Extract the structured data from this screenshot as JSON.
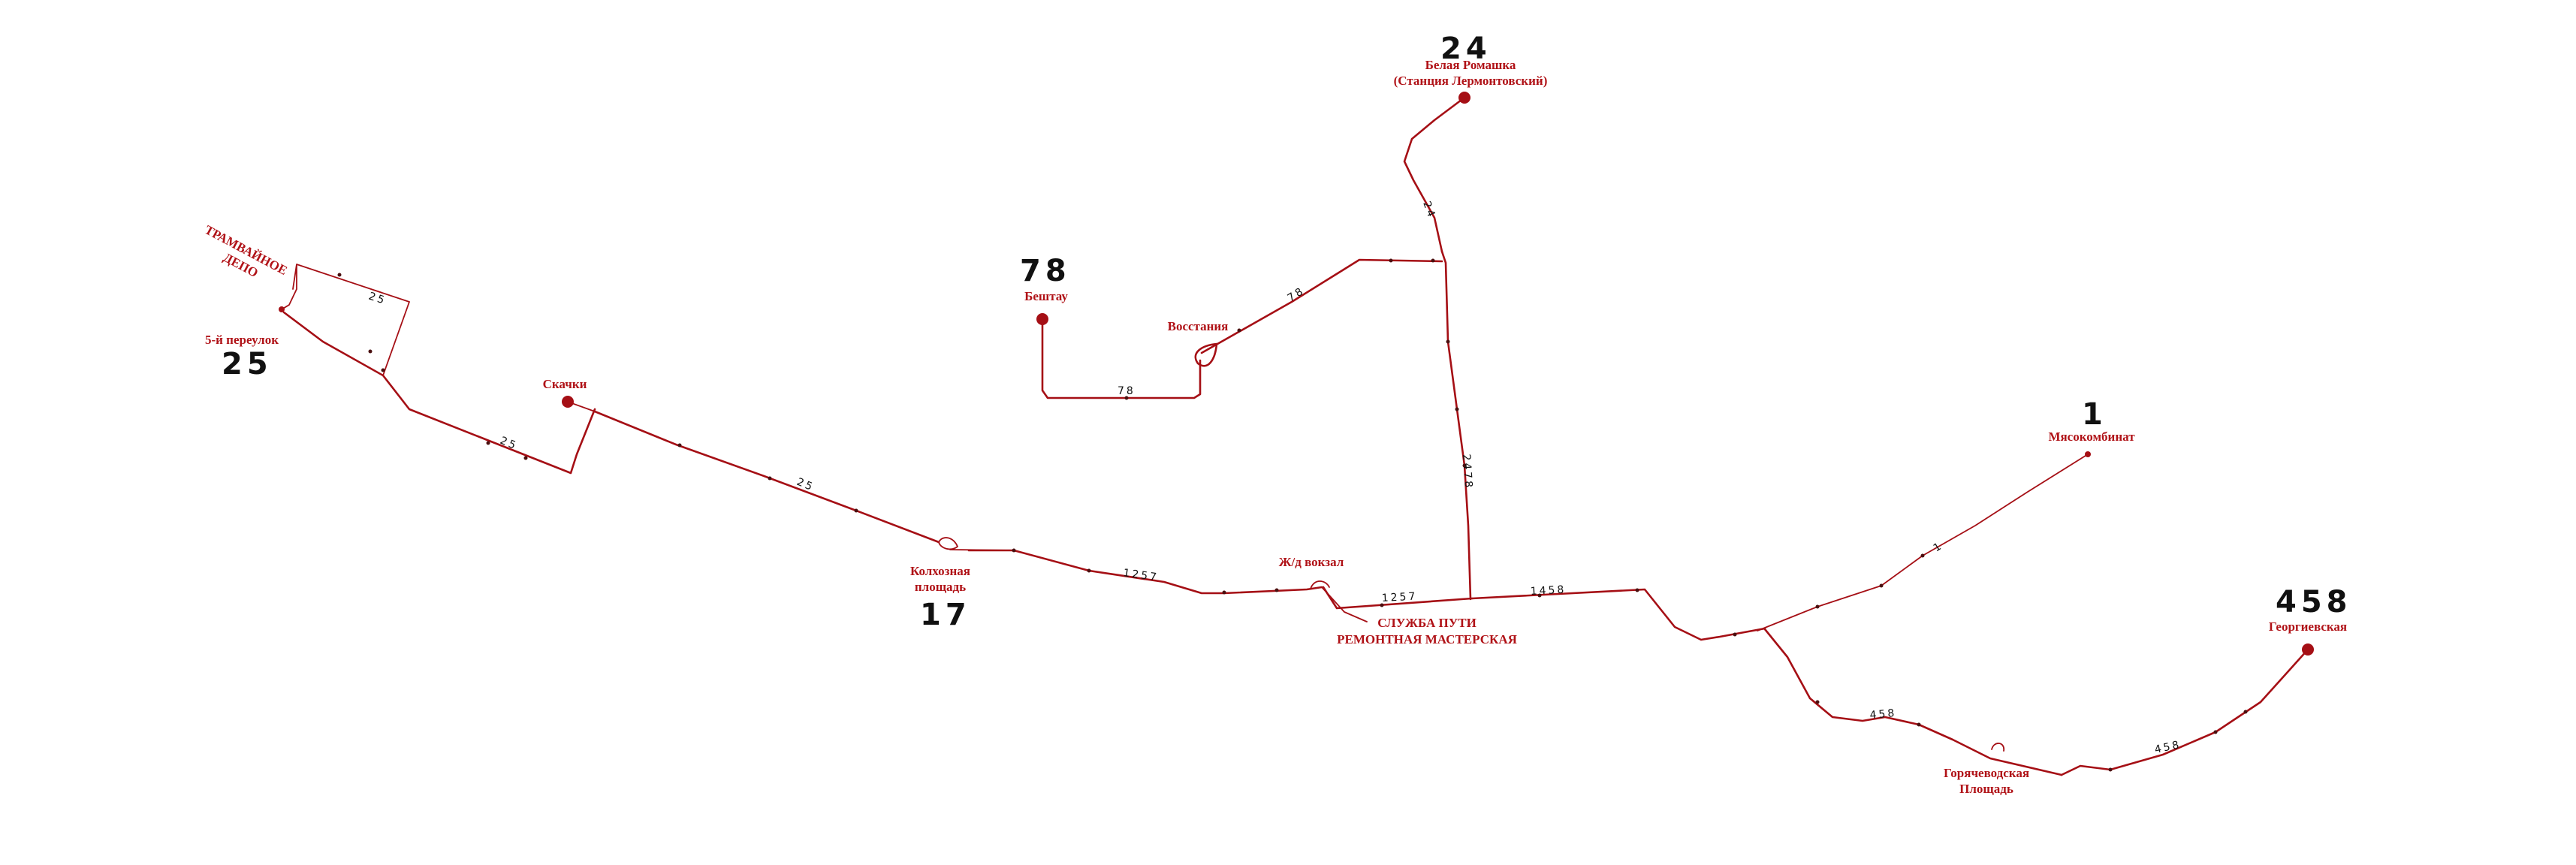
{
  "colors": {
    "track": "#a50f15",
    "label": "#b01217",
    "route_number": "#111111",
    "background": "#ffffff"
  },
  "terminals": {
    "belaya_romashka": {
      "routes": "24",
      "name_line1": "Белая Ромашка",
      "name_line2": "(Станция Лермонтовский)"
    },
    "beshtau": {
      "routes": "78",
      "name": "Бештау"
    },
    "myasokombinat": {
      "routes": "1",
      "name": "Мясокомбинат"
    },
    "georgievskaya": {
      "routes": "458",
      "name": "Георгиевская"
    },
    "pereulok5": {
      "routes": "25",
      "name": "5-й переулок"
    },
    "kolkhoznaya": {
      "routes": "17",
      "name_line1": "Колхозная",
      "name_line2": "площадь"
    }
  },
  "stations": {
    "skachki": "Скачки",
    "vosstaniya": "Восстания",
    "vokzal": "Ж/д вокзал",
    "goryachevodskaya_line1": "Горячеводская",
    "goryachevodskaya_line2": "Площадь"
  },
  "facilities": {
    "depot_line1": "ТРАМВАЙНОЕ",
    "depot_line2": "ДЕПО",
    "track_service_line1": "СЛУЖБА ПУТИ",
    "track_service_line2": "РЕМОНТНАЯ МАСТЕРСКАЯ"
  },
  "segment_labels": {
    "depot_loop": "25",
    "west_25": "25",
    "skachki_25": "25",
    "center_1257": "1257",
    "vokzal_1257": "1257",
    "north_24": "24",
    "branch_78": "78",
    "beshtau_78": "78",
    "trunk_2478": "2478",
    "east_1458": "1458",
    "myaso_1": "1",
    "goryach_458": "458",
    "georg_458": "458"
  }
}
